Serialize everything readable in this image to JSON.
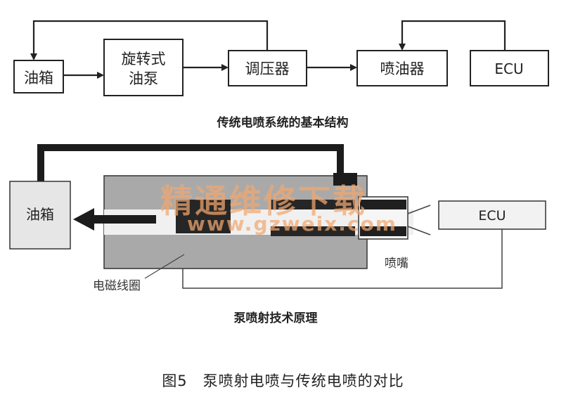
{
  "top_diagram": {
    "boxes": [
      {
        "id": "tank",
        "label": "油箱"
      },
      {
        "id": "pump",
        "label_lines": [
          "旋转式",
          "油泵"
        ]
      },
      {
        "id": "regulator",
        "label": "调压器"
      },
      {
        "id": "injector",
        "label": "喷油器"
      },
      {
        "id": "ecu",
        "label": "ECU"
      }
    ],
    "caption": "传统电喷系统的基本结构"
  },
  "bottom_diagram": {
    "tank_label": "油箱",
    "ecu_label": "ECU",
    "coil_label": "电磁线圈",
    "nozzle_label": "喷嘴",
    "caption": "泵喷射技术原理"
  },
  "watermark": {
    "text": "精通维修下载",
    "url": "www.gzweix.com"
  },
  "figure_caption": "图5　泵喷射电喷与传统电喷的对比"
}
